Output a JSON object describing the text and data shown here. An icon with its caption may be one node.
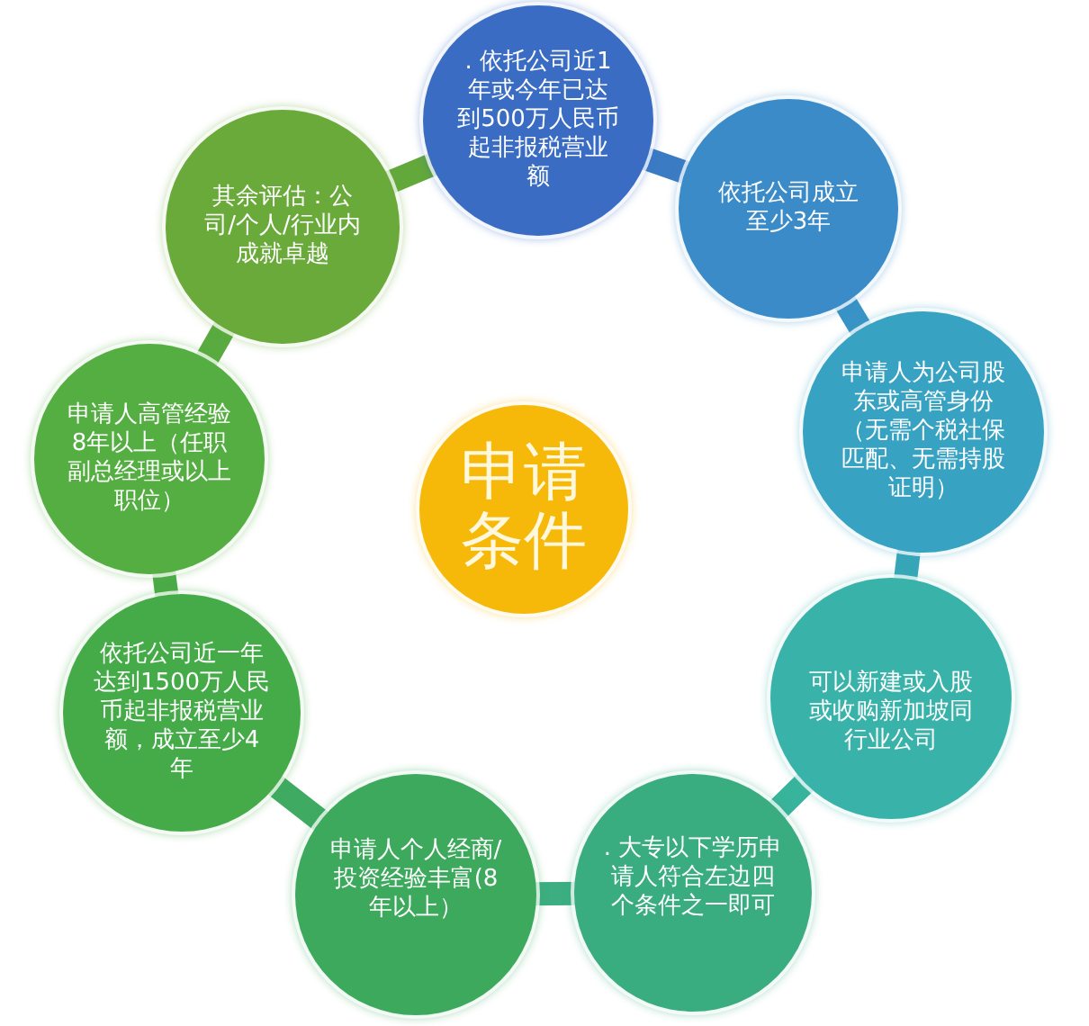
{
  "diagram": {
    "nodes": [
      {
        "text": [
          "申请条件"
        ]
      },
      {
        "text": [
          ". 依托公司近1年或今年已达到500万人民币起非报税营业额"
        ]
      },
      {
        "text": [
          "依托公司成立至少3年"
        ]
      },
      {
        "text": [
          "申请人为公司股东或高管身份（无需个税社保匹配、无需持股证明）"
        ]
      },
      {
        "text": [
          "可以新建或入股或收购新加坡同行业公司"
        ]
      },
      {
        "text": [
          ". 大专以下学历申请人符合左边四个条件之一即可"
        ]
      },
      {
        "text": [
          "申请人个人经商/投资经验丰富(8年以上）"
        ]
      },
      {
        "text": [
          "依托公司近一年达到1500万人民币起非报税营业额，成立至少4年"
        ]
      },
      {
        "text": [
          "申请人高管经验8年以上（任职副总经理或以上职位）"
        ]
      },
      {
        "text": [
          "其余评估：公司/个人/行业内成就卓越"
        ]
      }
    ],
    "edges": [
      {
        "from": 1,
        "to": 2,
        "arrow": "none",
        "color": "#3b7bc4"
      },
      {
        "from": 2,
        "to": 3,
        "arrow": "none",
        "color": "#3993c6"
      },
      {
        "from": 3,
        "to": 4,
        "arrow": "none",
        "color": "#37a6b8"
      },
      {
        "from": 4,
        "to": 5,
        "arrow": "none",
        "color": "#38b49c"
      },
      {
        "from": 5,
        "to": 6,
        "arrow": "none",
        "color": "#3cae82"
      },
      {
        "from": 6,
        "to": 7,
        "arrow": "none",
        "color": "#3fab62"
      },
      {
        "from": 7,
        "to": 8,
        "arrow": "none",
        "color": "#4bab47"
      },
      {
        "from": 8,
        "to": 9,
        "arrow": "none",
        "color": "#59ab3f"
      },
      {
        "from": 9,
        "to": 1,
        "arrow": "none",
        "color": "#63a83b"
      }
    ]
  }
}
